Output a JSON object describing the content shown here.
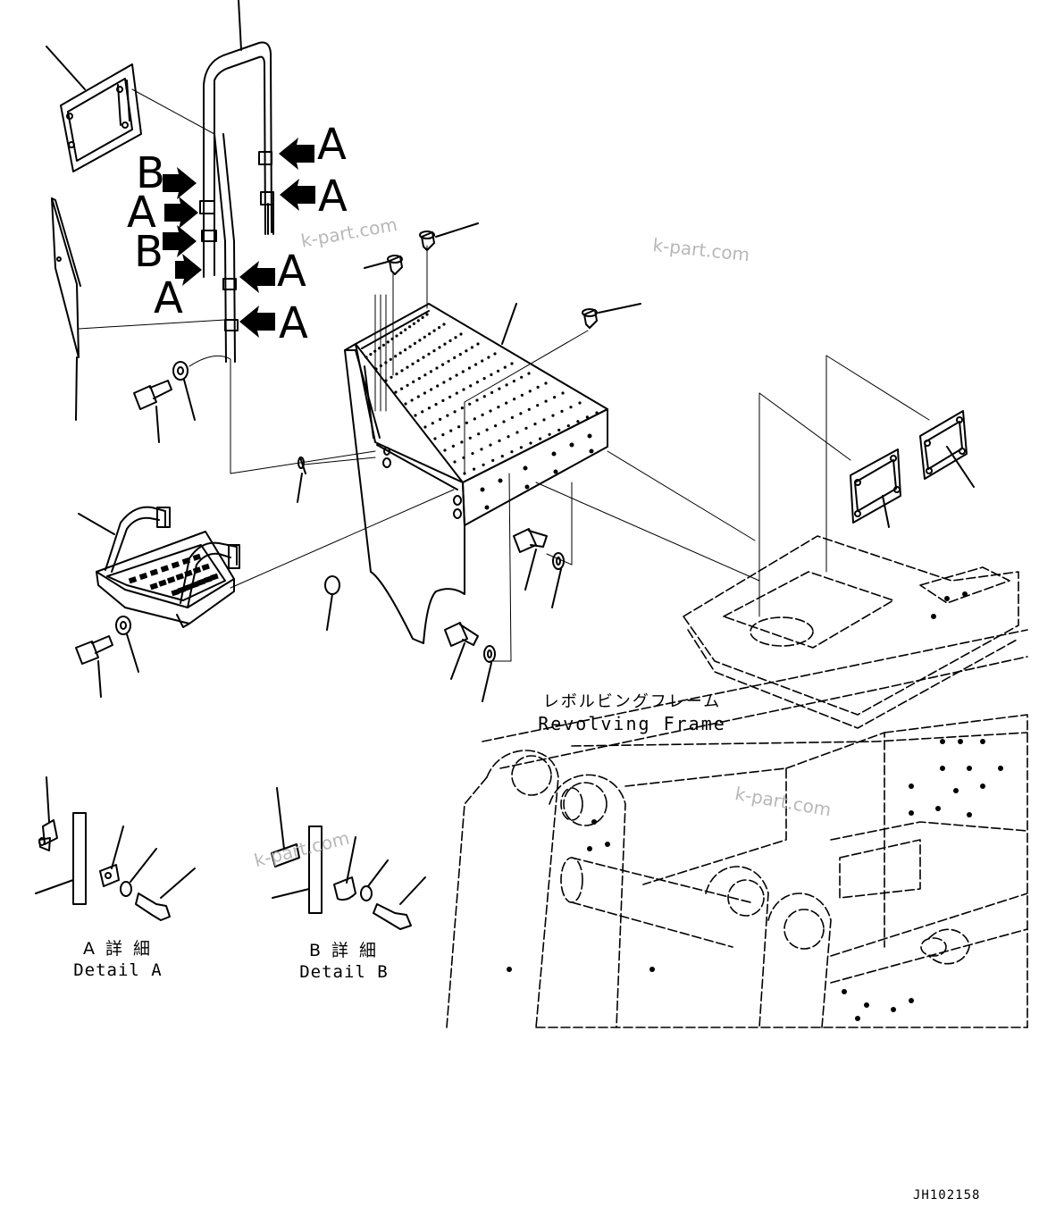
{
  "watermark": "k-part.com",
  "arrow_labels": {
    "A": "A",
    "B": "B"
  },
  "frame_label": {
    "jp": "レボルビングフレーム",
    "en": "Revolving Frame"
  },
  "detail_a": {
    "jp": "A 詳 細",
    "en": "Detail A"
  },
  "detail_b": {
    "jp": "B 詳 細",
    "en": "Detail B"
  },
  "drawing_code": "JH102158"
}
